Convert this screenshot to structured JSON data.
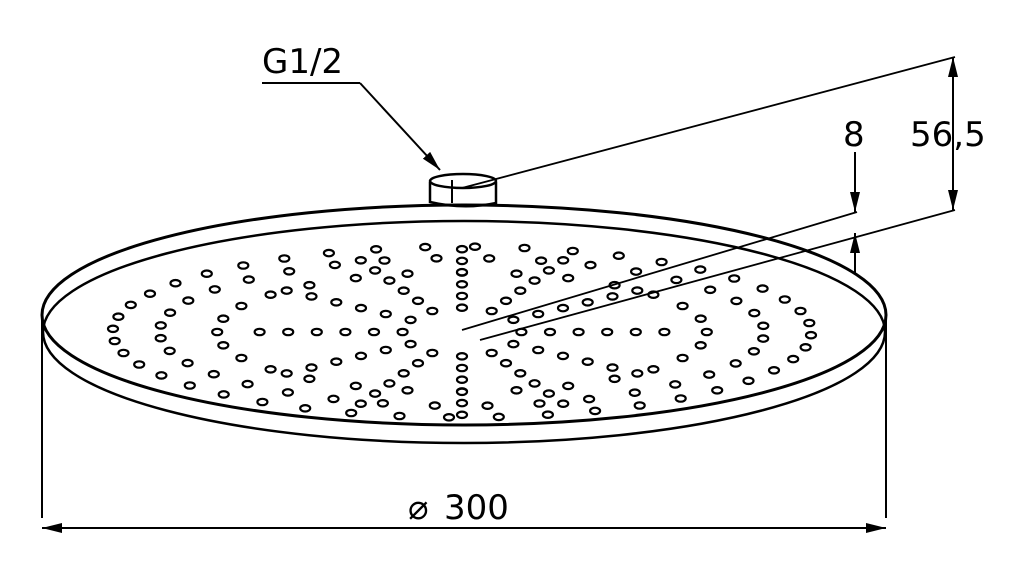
{
  "labels": {
    "thread": "G1/2",
    "plate_thickness": "8",
    "total_height": "56,5",
    "diameter_symbol": "⌀",
    "diameter_value": "300"
  },
  "colors": {
    "stroke": "#000000",
    "background": "#ffffff"
  }
}
